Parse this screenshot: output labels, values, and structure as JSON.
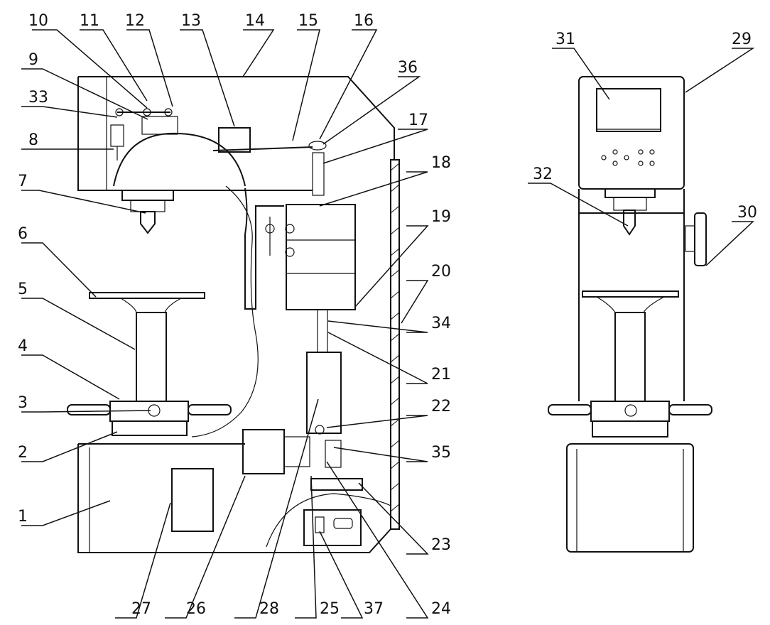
{
  "labels": {
    "l1": "1",
    "l2": "2",
    "l3": "3",
    "l4": "4",
    "l5": "5",
    "l6": "6",
    "l7": "7",
    "l8": "8",
    "l9": "9",
    "l10": "10",
    "l11": "11",
    "l12": "12",
    "l13": "13",
    "l14": "14",
    "l15": "15",
    "l16": "16",
    "l17": "17",
    "l18": "18",
    "l19": "19",
    "l20": "20",
    "l21": "21",
    "l22": "22",
    "l23": "23",
    "l24": "24",
    "l25": "25",
    "l26": "26",
    "l27": "27",
    "l28": "28",
    "l29": "29",
    "l30": "30",
    "l31": "31",
    "l32": "32",
    "l33": "33",
    "l34": "34",
    "l35": "35",
    "l36": "36",
    "l37": "37"
  }
}
